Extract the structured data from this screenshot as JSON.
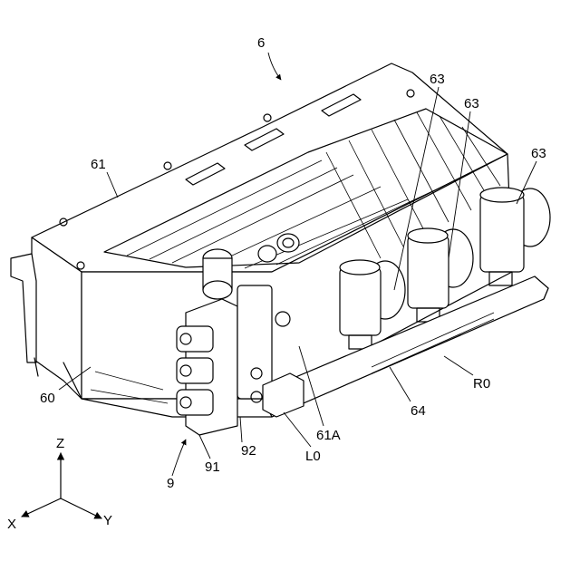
{
  "labels": {
    "ref_6": "6",
    "ref_61": "61",
    "ref_63_a": "63",
    "ref_63_b": "63",
    "ref_63_c": "63",
    "ref_60": "60",
    "ref_61A": "61A",
    "ref_64": "64",
    "ref_R0": "R0",
    "ref_L0": "L0",
    "ref_92": "92",
    "ref_91": "91",
    "ref_9": "9"
  },
  "axes": {
    "z": "Z",
    "x": "X",
    "y": "Y"
  }
}
